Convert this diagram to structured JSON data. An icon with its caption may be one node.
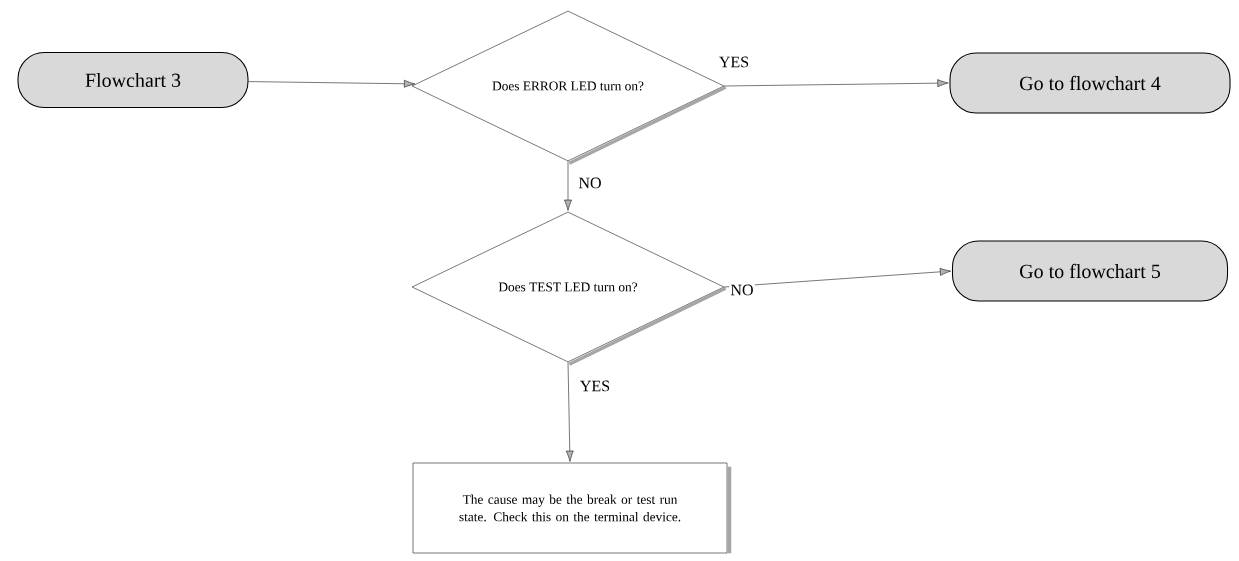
{
  "diagram": {
    "nodes": [
      {
        "text": [
          "Flowchart 3"
        ]
      },
      {
        "text": [
          "Does ERROR LED turn on?"
        ]
      },
      {
        "text": [
          "Go to flowchart 4"
        ]
      },
      {
        "text": [
          "Does TEST LED turn on?"
        ]
      },
      {
        "text": [
          "Go to flowchart 5"
        ]
      },
      {
        "text": [
          "The cause may be the break or test run state. Check this on the terminal device."
        ]
      }
    ],
    "edges": [
      {
        "from": 0,
        "to": 1,
        "arrow": "to"
      },
      {
        "from": 1,
        "to": 2,
        "arrow": "to",
        "label": "YES"
      },
      {
        "from": 1,
        "to": 3,
        "arrow": "to",
        "label": "NO"
      },
      {
        "from": 3,
        "to": 4,
        "arrow": "to",
        "label": "NO"
      },
      {
        "from": 3,
        "to": 5,
        "arrow": "to",
        "label": "YES"
      }
    ]
  }
}
